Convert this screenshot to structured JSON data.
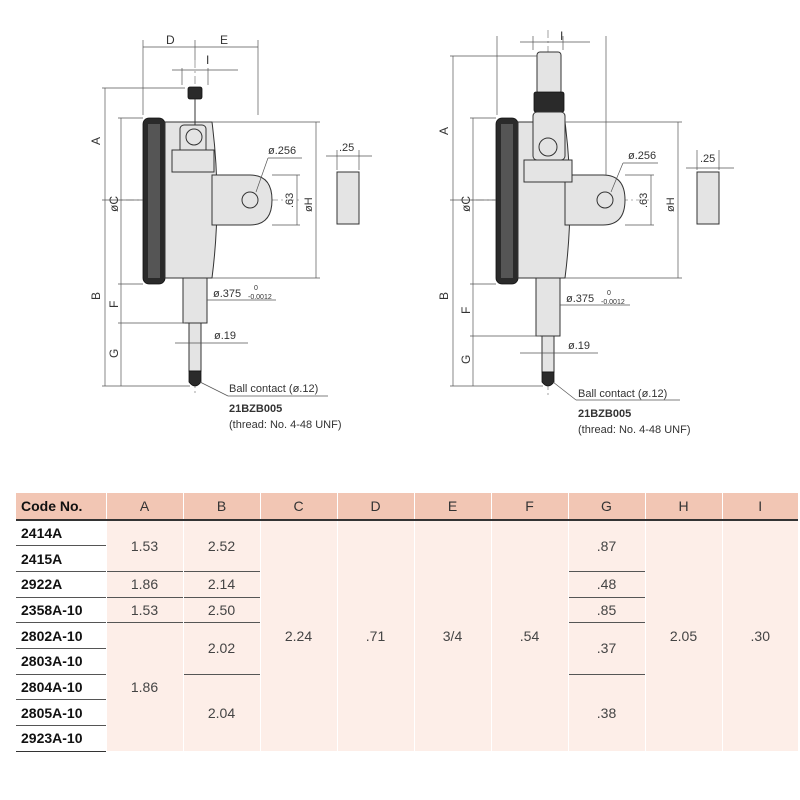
{
  "drawing_labels": {
    "dim_a": "A",
    "dim_b": "B",
    "dim_c": "øC",
    "dim_d": "D",
    "dim_e": "E",
    "dim_f": "F",
    "dim_g": "G",
    "dim_h": "øH",
    "dim_i": "I",
    "hole": "ø.256",
    "thickness": ".25",
    "lug_height": ".63",
    "stem": "ø.375",
    "stem_tol_upper": "0",
    "stem_tol_lower": "-0.0012",
    "spindle": "ø.19",
    "ball_contact": "Ball contact (ø.12)",
    "contact_point": "21BZB005",
    "thread": "(thread: No. 4-48 UNF)"
  },
  "table": {
    "headers": [
      "Code No.",
      "A",
      "B",
      "C",
      "D",
      "E",
      "F",
      "G",
      "H",
      "I"
    ],
    "codes": [
      "2414A",
      "2415A",
      "2922A",
      "2358A-10",
      "2802A-10",
      "2803A-10",
      "2804A-10",
      "2805A-10",
      "2923A-10"
    ],
    "values": {
      "A_2414_2415": "1.53",
      "B_2414_2415": "2.52",
      "G_2414_2415": ".87",
      "A_2922": "1.86",
      "B_2922": "2.14",
      "G_2922": ".48",
      "A_2358": "1.53",
      "B_2358": "2.50",
      "G_2358": ".85",
      "A_2802_2923": "1.86",
      "B_2802_2803": "2.02",
      "G_2802_2803": ".37",
      "B_2804_2923": "2.04",
      "G_2804_2923": ".38",
      "C": "2.24",
      "D": ".71",
      "E": "3/4",
      "F": ".54",
      "H": "2.05",
      "I": ".30"
    }
  }
}
